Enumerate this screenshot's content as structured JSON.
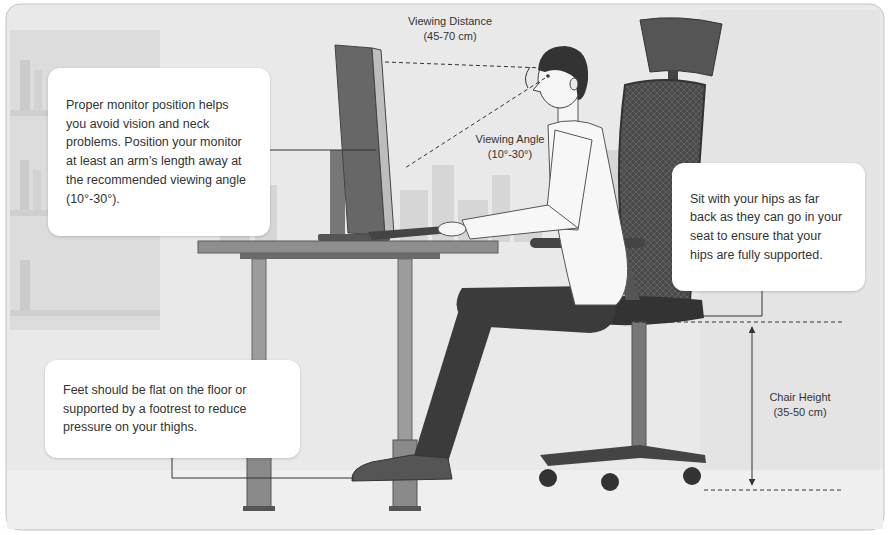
{
  "diagram": {
    "nodes": [
      {
        "text": [
          "Proper monitor position helps you avoid vision and neck problems. Position your monitor at least an arm’s length away at the recommended viewing angle (10°-30°)."
        ]
      },
      {
        "text": [
          "Sit with your hips as far back as they can go in your seat to ensure that your hips are fully supported."
        ]
      },
      {
        "text": [
          "Feet should be flat on the floor or supported by a footrest to reduce pressure on your thighs."
        ]
      }
    ],
    "labels": [
      "Viewing Distance (45-70 cm)",
      "Viewing Angle (10°-30°)",
      "Chair Height (35-50 cm)"
    ]
  }
}
